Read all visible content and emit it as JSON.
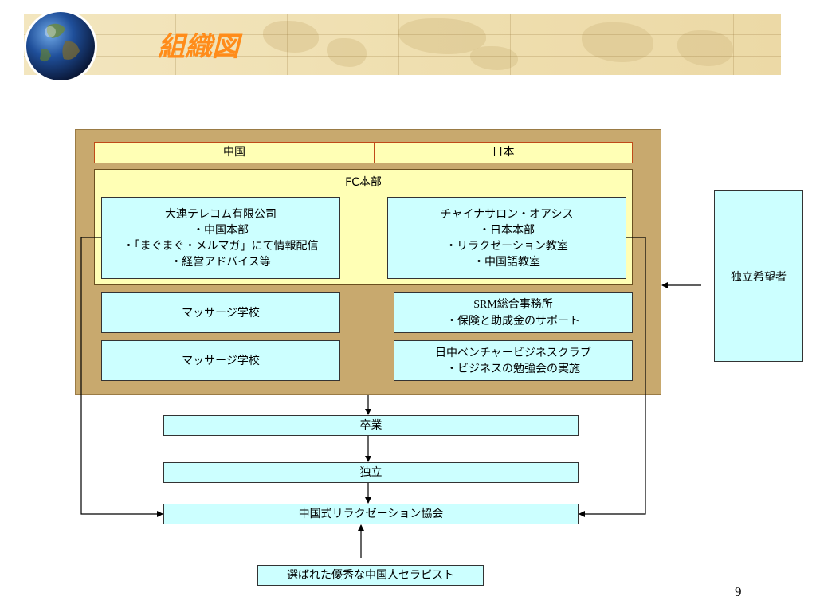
{
  "header": {
    "title": "組織図"
  },
  "diagram": {
    "country_left": "中国",
    "country_right": "日本",
    "fc_label": "FC本部",
    "china_box": [
      "大連テレコム有限公司",
      "・中国本部",
      "・「まぐまぐ・メルマガ」にて情報配信",
      "・経営アドバイス等"
    ],
    "japan_box": [
      "チャイナサロン・オアシス",
      "・日本本部",
      "・リラクゼーション教室",
      "・中国語教室"
    ],
    "massage_school_1": "マッサージ学校",
    "massage_school_2": "マッサージ学校",
    "srm_box": [
      "SRM総合事務所",
      "・保険と助成金のサポート"
    ],
    "venture_box": [
      "日中ベンチャービジネスクラブ",
      "・ビジネスの勉強会の実施"
    ],
    "independence_hopeful": "独立希望者",
    "graduation": "卒業",
    "independence": "独立",
    "association": "中国式リラクゼーション協会",
    "selected_therapists": "選ばれた優秀な中国人セラピスト"
  },
  "page_number": "9",
  "colors": {
    "title": "#ff8c1a",
    "outer_box": "#c8a96e",
    "yellow_box": "#ffffb5",
    "cyan_box": "#ccffff"
  }
}
